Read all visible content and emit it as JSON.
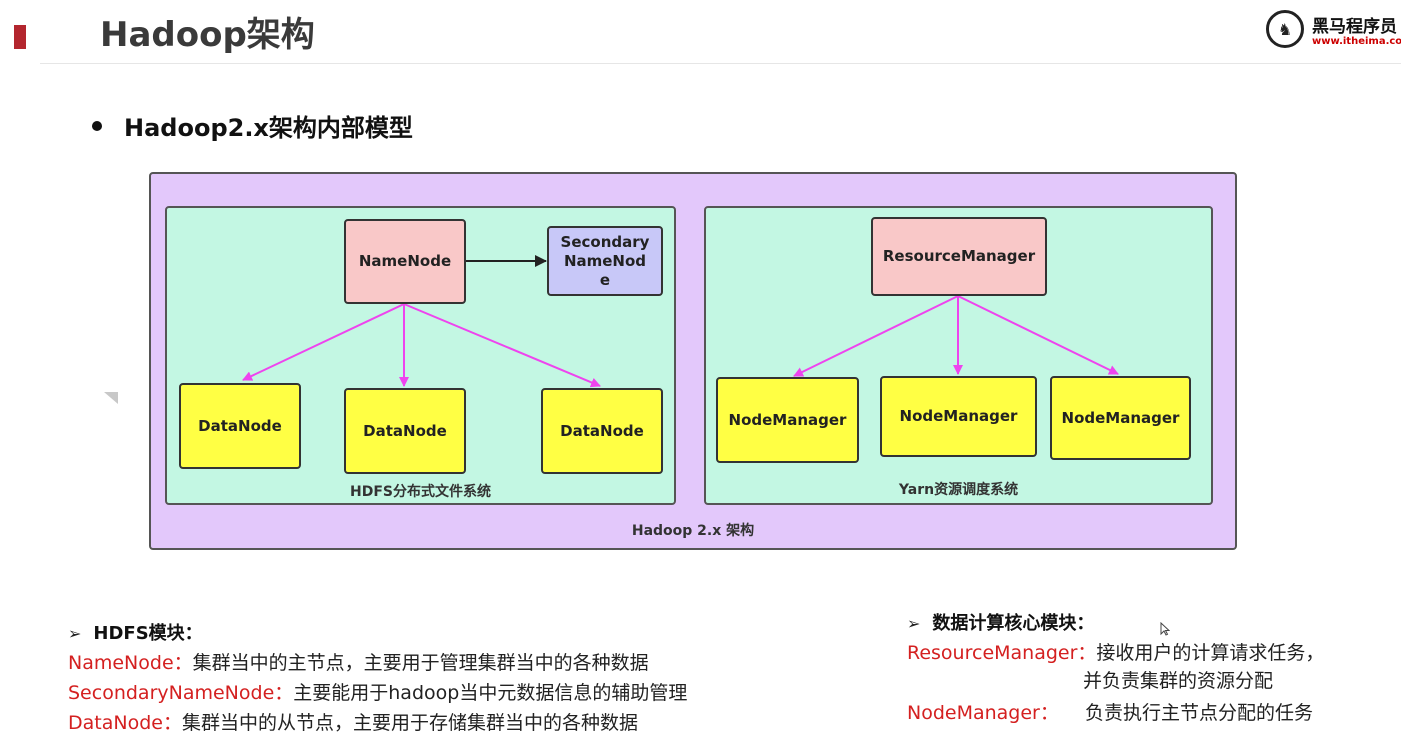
{
  "header": {
    "title": "Hadoop架构",
    "logo_text": "黑马程序员",
    "logo_url": "www.itheima.com"
  },
  "subtitle": "Hadoop2.x架构内部模型",
  "diagram": {
    "outer_label": "Hadoop 2.x 架构",
    "hdfs": {
      "label": "HDFS分布式文件系统",
      "namenode": "NameNode",
      "secondary_lines": [
        "Secondary",
        "NameNod",
        "e"
      ],
      "datanodes": [
        "DataNode",
        "DataNode",
        "DataNode"
      ]
    },
    "yarn": {
      "label": "Yarn资源调度系统",
      "resourcemanager": "ResourceManager",
      "nodemanagers": [
        "NodeManager",
        "NodeManager",
        "NodeManager"
      ]
    },
    "colors": {
      "outer": "#e3c8fb",
      "panel": "#c3f7e3",
      "master": "#f9c8c8",
      "secondary": "#c8c8f8",
      "worker": "#ffff44",
      "arrow": "#ee44ee"
    }
  },
  "hdfs_section": {
    "title": "HDFS模块：",
    "items": [
      {
        "key": "NameNode：",
        "text": "集群当中的主节点，主要用于管理集群当中的各种数据"
      },
      {
        "key": "SecondaryNameNode：",
        "text": "主要能用于hadoop当中元数据信息的辅助管理"
      },
      {
        "key": "DataNode：",
        "text": "集群当中的从节点，主要用于存储集群当中的各种数据"
      }
    ]
  },
  "compute_section": {
    "title": "数据计算核心模块：",
    "items": [
      {
        "key": "ResourceManager：",
        "text": "接收用户的计算请求任务，",
        "text2": "并负责集群的资源分配"
      },
      {
        "key": "NodeManager：",
        "text": "负责执行主节点分配的任务"
      }
    ]
  }
}
